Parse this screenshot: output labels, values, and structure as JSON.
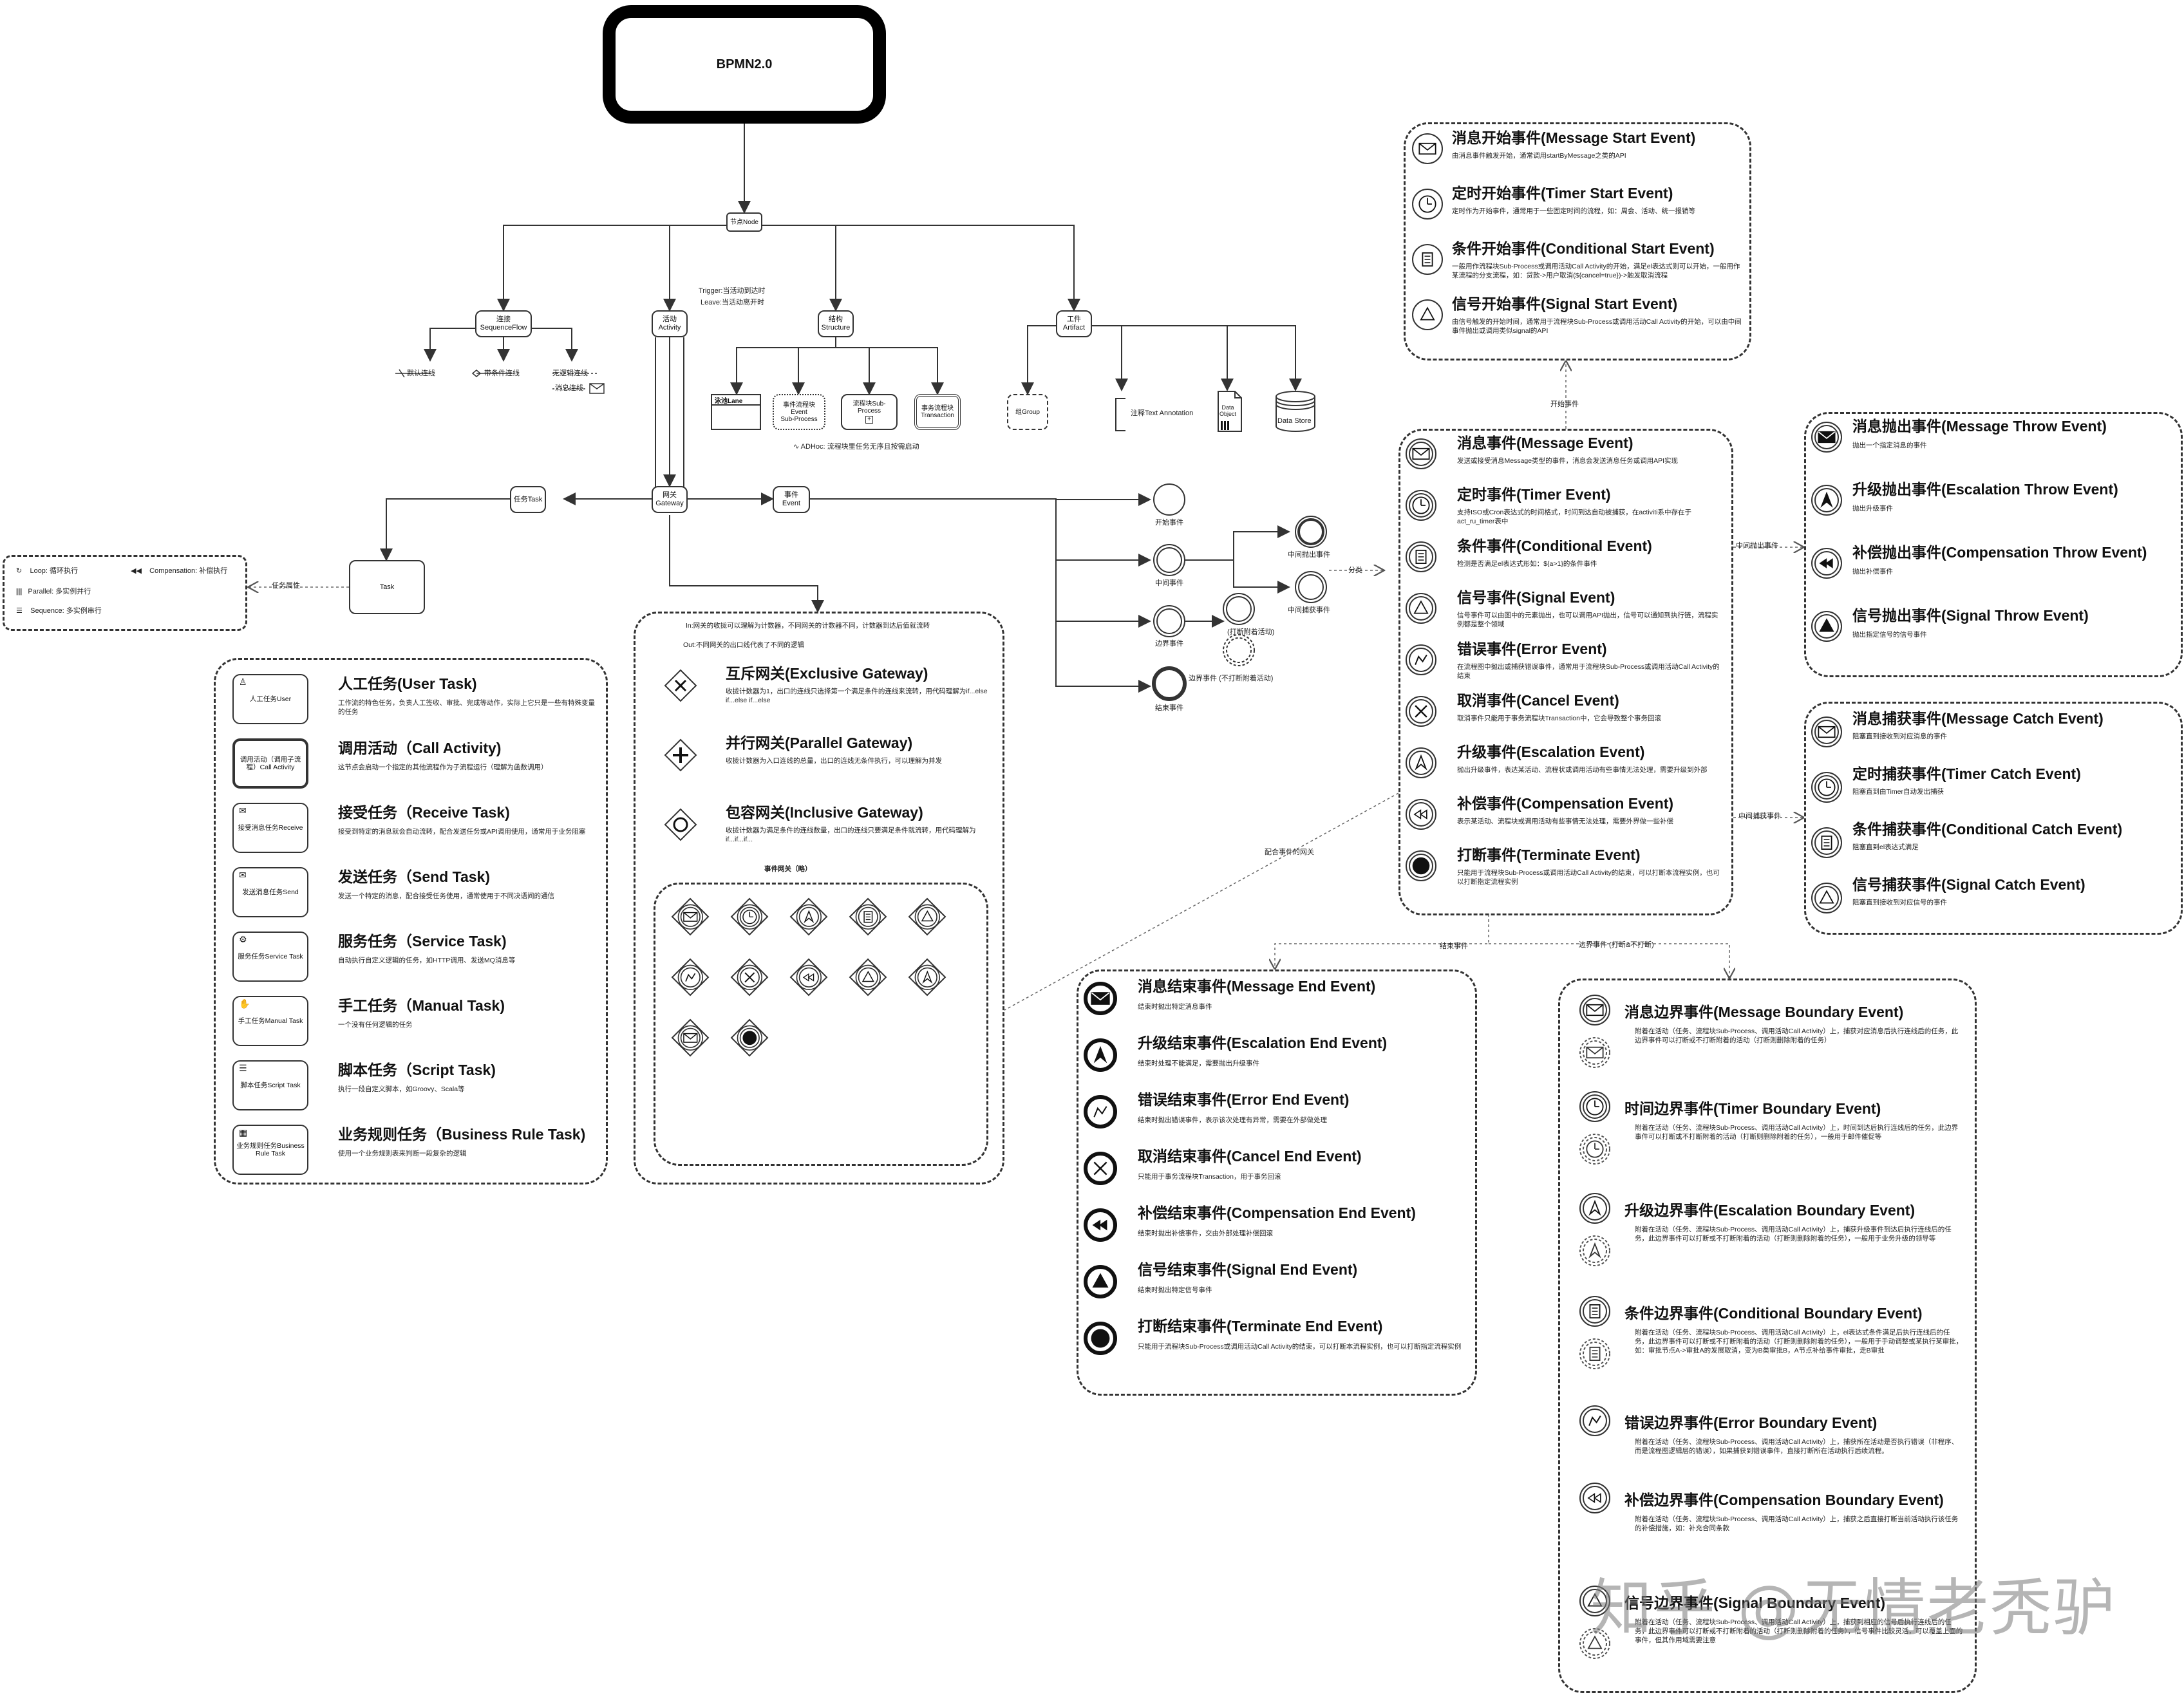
{
  "title": "BPMN2.0",
  "hub": "节点Node",
  "watermark": "知乎 @无情老秃驴",
  "branches": {
    "flow": "连接\nSequenceFlow",
    "activity": "活动\nActivity",
    "structure": "结构\nStructure",
    "artifact": "工件\nArtifact",
    "task": "任务Task",
    "gateway": "网关\nGateway",
    "event": "事件\nEvent",
    "task_node": "Task"
  },
  "activity_trigger": [
    "Trigger:当活动到达时",
    "Leave:当活动离开时"
  ],
  "flows": [
    "默认连线",
    "带条件连线",
    "无逻辑连线",
    "消息连线"
  ],
  "structure_items": [
    "泳池Lane",
    "事件流程块\nEvent\nSub-Process",
    "流程块Sub-\nProcess",
    "事务流程块\nTransaction"
  ],
  "structure_note": "ADHoc: 流程块里任务无序且按需启动",
  "artifact_items": [
    "组Group",
    "注释Text Annotation",
    "Data\nObject",
    "Data Store"
  ],
  "event_nodes": [
    "开始事件",
    "中间事件",
    "边界事件",
    "结束事件",
    "中间抛出事件",
    "中间捕获事件",
    "(打断附着活动)",
    "边界事件 (不打断附着活动)"
  ],
  "event_links": [
    "分类",
    "开始事件",
    "中间抛出事件",
    "中间捕获事件",
    "结束事件",
    "边界事件 (打断&不打断)",
    "配合事件的网关"
  ],
  "task_attributes": {
    "label": "任务属性",
    "items": [
      "Loop: 循环执行",
      "Compensation: 补偿执行",
      "Parallel: 多实例并行",
      "Sequence: 多实例串行"
    ]
  },
  "tasks": [
    {
      "box": "人工任务User",
      "title": "人工任务(User Task)",
      "desc": "工作流的特色任务，负责人工签收、审批、完成等动作，实际上它只是一些有特殊变量的任务"
    },
    {
      "box": "调用活动（调用子流程）Call Activity",
      "title": "调用活动（Call Activity)",
      "desc": "这节点会启动一个指定的其他流程作为子流程运行（理解为函数调用）"
    },
    {
      "box": "接受消息任务Receive",
      "title": "接受任务（Receive Task)",
      "desc": "接受到特定的消息就会自动流转，配合发送任务或API调用使用，通常用于业务阻塞"
    },
    {
      "box": "发送消息任务Send",
      "title": "发送任务（Send Task)",
      "desc": "发送一个特定的消息，配合接受任务使用，通常使用于不同决语间的通信"
    },
    {
      "box": "服务任务Service Task",
      "title": "服务任务（Service Task)",
      "desc": "自动执行自定义逻辑的任务，如HTTP调用、发送MQ消息等"
    },
    {
      "box": "手工任务Manual Task",
      "title": "手工任务（Manual Task)",
      "desc": "一个没有任何逻辑的任务"
    },
    {
      "box": "脚本任务Script Task",
      "title": "脚本任务（Script Task)",
      "desc": "执行一段自定义脚本，如Groovy、Scala等"
    },
    {
      "box": "业务规则任务Business Rule Task",
      "title": "业务规则任务（Business Rule Task)",
      "desc": "使用一个业务规则表来判断一段复杂的逻辑"
    }
  ],
  "gateway_intro": [
    "In:网关的收拢可以理解为计数器，不同网关的计数器不同，计数器到达后值就流转",
    "Out:不同网关的出口线代表了不同的逻辑"
  ],
  "gateways": [
    {
      "title": "互斥网关(Exclusive Gateway)",
      "desc": "收拢计数器为1，出口的连线只选择第一个满足条件的连线来流转，用代码理解为if...else if...else if...else"
    },
    {
      "title": "并行网关(Parallel Gateway)",
      "desc": "收拢计数器为入口连线的总量，出口的连线无条件执行，可以理解为并发"
    },
    {
      "title": "包容网关(Inclusive Gateway)",
      "desc": "收拢计数器为满足条件的连线数量，出口的连线只要满足条件就流转，用代码理解为if...if...if..."
    }
  ],
  "event_gateway_label": "事件网关（略）",
  "start_events": [
    {
      "title": "消息开始事件(Message Start Event)",
      "desc": "由消息事件触发开始，通常调用startByMessage之类的API"
    },
    {
      "title": "定时开始事件(Timer Start Event)",
      "desc": "定时作为开始事件，通常用于一些固定时间的流程，如：周会、活动、统一报销等"
    },
    {
      "title": "条件开始事件(Conditional Start Event)",
      "desc": "一般用作流程块Sub-Process或调用活动Call Activity的开始，满足el表达式则可以开始，一般用作某流程的分支流程，如：贷款->用户取消(${cancel=true})->触发取消流程"
    },
    {
      "title": "信号开始事件(Signal Start Event)",
      "desc": "由信号触发的开始时间，通常用于流程块Sub-Process或调用活动Call Activity的开始，可以由中间事件抛出或调用类似signal的API"
    }
  ],
  "intermediate_events": [
    {
      "title": "消息事件(Message Event)",
      "desc": "发送或接受消息Message类型的事件，消息会发送消息任务或调用API实现"
    },
    {
      "title": "定时事件(Timer Event)",
      "desc": "支持ISO或Cron表达式的时间格式，时间到达自动被捕获，在activiti系中存在于act_ru_timer表中"
    },
    {
      "title": "条件事件(Conditional Event)",
      "desc": "检测是否满足el表达式形如：${a>1}的条件事件"
    },
    {
      "title": "信号事件(Signal Event)",
      "desc": "信号事件可以由图中的元素抛出，也可以调用API抛出，信号可以通知到执行链，流程实例都是整个领域"
    },
    {
      "title": "错误事件(Error Event)",
      "desc": "在流程图中抛出或捕获错误事件，通常用于流程块Sub-Process或调用活动Call Activity的结束"
    },
    {
      "title": "取消事件(Cancel Event)",
      "desc": "取消事件只能用于事务流程块Transaction中，它会导致整个事务回滚"
    },
    {
      "title": "升级事件(Escalation Event)",
      "desc": "抛出升级事件，表达某活动、流程状或调用活动有些事情无法处理，需要升级到外部"
    },
    {
      "title": "补偿事件(Compensation Event)",
      "desc": "表示某活动、流程块或调用活动有些事情无法处理，需要外界做一些补偿"
    },
    {
      "title": "打断事件(Terminate Event)",
      "desc": "只能用于流程块Sub-Process或调用活动Call Activity的结束，可以打断本流程实例，也可以打断指定流程实例"
    }
  ],
  "throw_events": [
    {
      "title": "消息抛出事件(Message Throw Event)",
      "desc": "抛出一个指定消息的事件"
    },
    {
      "title": "升级抛出事件(Escalation Throw Event)",
      "desc": "抛出升级事件"
    },
    {
      "title": "补偿抛出事件(Compensation Throw Event)",
      "desc": "抛出补偿事件"
    },
    {
      "title": "信号抛出事件(Signal Throw Event)",
      "desc": "抛出指定信号的信号事件"
    }
  ],
  "catch_events": [
    {
      "title": "消息捕获事件(Message Catch Event)",
      "desc": "阻塞直到接收到对应消息的事件"
    },
    {
      "title": "定时捕获事件(Timer Catch Event)",
      "desc": "阻塞直到由Timer自动发出捕获"
    },
    {
      "title": "条件捕获事件(Conditional Catch Event)",
      "desc": "阻塞直到el表达式满足"
    },
    {
      "title": "信号捕获事件(Signal Catch Event)",
      "desc": "阻塞直到接收到对应信号的事件"
    }
  ],
  "end_events": [
    {
      "title": "消息结束事件(Message End Event)",
      "desc": "结束时抛出特定消息事件"
    },
    {
      "title": "升级结束事件(Escalation End Event)",
      "desc": "结束时处理不能满足，需要抛出升级事件"
    },
    {
      "title": "错误结束事件(Error End Event)",
      "desc": "结束时抛出错误事件，表示该次处理有异常，需要在外部做处理"
    },
    {
      "title": "取消结束事件(Cancel End Event)",
      "desc": "只能用于事务流程块Transaction，用于事务回滚"
    },
    {
      "title": "补偿结束事件(Compensation End Event)",
      "desc": "结束时抛出补偿事件，交由外部处理补偿回滚"
    },
    {
      "title": "信号结束事件(Signal End Event)",
      "desc": "结束时抛出特定信号事件"
    },
    {
      "title": "打断结束事件(Terminate End Event)",
      "desc": "只能用于流程块Sub-Process或调用活动Call Activity的结束，可以打断本流程实例，也可以打断指定流程实例"
    }
  ],
  "boundary_events": [
    {
      "title": "消息边界事件(Message Boundary Event)",
      "desc": "附着在活动（任务、流程块Sub-Process、调用活动Call Activity）上，捕获对应消息后执行连线后的任务，此边界事件可以打断或不打断附着的活动（打断则删除附着的任务）"
    },
    {
      "title": "时间边界事件(Timer Boundary Event)",
      "desc": "附着在活动（任务、流程块Sub-Process、调用活动Call Activity）上，时间到达后执行连线后的任务，此边界事件可以打断或不打断附着的活动（打断则删除附着的任务），一般用于邮件催促等"
    },
    {
      "title": "升级边界事件(Escalation Boundary Event)",
      "desc": "附着在活动（任务、流程块Sub-Process、调用活动Call Activity）上，捕获升级事件到达后执行连线后的任务，此边界事件可以打断或不打断附着的活动（打断则删除附着的任务），一般用于业务升级的领导等"
    },
    {
      "title": "条件边界事件(Conditional Boundary Event)",
      "desc": "附着在活动（任务、流程块Sub-Process、调用活动Call Activity）上，el表达式条件满足后执行连线后的任务，此边界事件可以打断或不打断附着的活动（打断则删除附着的任务），一般用于手动调整或某执行某审批，如：审批节点A->审批A的发展取消，变为B类审批B，A节点补给事件审批，走B审批"
    },
    {
      "title": "错误边界事件(Error Boundary Event)",
      "desc": "附着在活动（任务、流程块Sub-Process、调用活动Call Activity）上，捕获所在活动是否执行错误（非程序、而是流程图逻辑层的错误），如果捕获到错误事件，直接打断所在活动执行后续流程。"
    },
    {
      "title": "补偿边界事件(Compensation Boundary Event)",
      "desc": "附着在活动（任务、流程块Sub-Process、调用活动Call Activity）上，捕获之后直接打断当前活动执行该任务的补偿措施，如：补充合同条款"
    },
    {
      "title": "信号边界事件(Signal Boundary Event)",
      "desc": "附着在活动（任务、流程块Sub-Process、调用活动Call Activity）上，捕获到相应的信号后执行连线后的任务，此边界事件可以打断或不打断附着的活动（打断则删除附着的任务），信号事件比较灵活，可以覆盖上面的事件，但其作用域需要注意"
    }
  ]
}
